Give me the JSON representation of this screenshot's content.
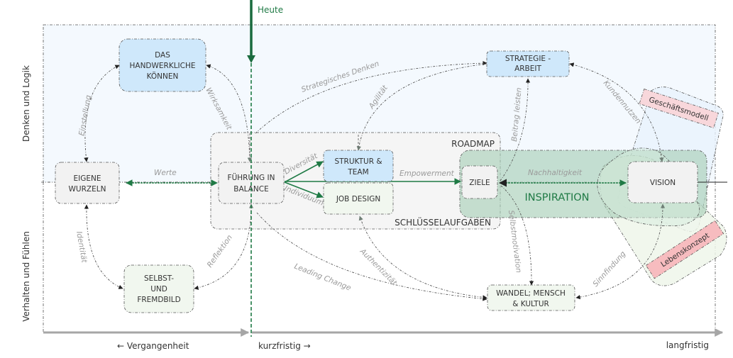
{
  "diagram": {
    "today_marker": "Heute",
    "y_axis": {
      "upper_label": "Denken und Logik",
      "lower_label": "Verhalten und Fühlen"
    },
    "x_axis": {
      "past_label": "← Vergangenheit",
      "short_term_label": "kurzfristig →",
      "long_term_label": "langfristig"
    },
    "groups": {
      "roadmap_label": "ROADMAP",
      "key_tasks_label": "SCHLÜSSELAUFGABEN",
      "inspiration_label": "INSPIRATION",
      "business_model_label": "Geschäftsmodell",
      "life_concept_label": "Lebenskonzept"
    },
    "nodes": {
      "handwerk": [
        "DAS",
        "HANDWERKLICHE",
        "KÖNNEN"
      ],
      "strategie": [
        "STRATEGIE -",
        "ARBEIT"
      ],
      "wurzeln": [
        "EIGENE",
        "WURZELN"
      ],
      "fuehrung": [
        "FÜHRUNG IN",
        "BALANCE"
      ],
      "struktur": [
        "STRUKTUR &",
        "TEAM"
      ],
      "jobdesign": [
        "JOB DESIGN"
      ],
      "ziele": [
        "ZIELE"
      ],
      "vision": [
        "VISION"
      ],
      "selbstbild": [
        "SELBST-",
        "UND",
        "FREMDBILD"
      ],
      "wandel": [
        "WANDEL; MENSCH",
        "& KULTUR"
      ]
    },
    "edge_labels": {
      "einstellung": "Einstellung",
      "wirksamkeit": "Wirksamkeit",
      "strategisches_denken": "Strategisches Denken",
      "agilitaet": "Agilität",
      "beitrag": "Beitrag leisten",
      "kundennutzen": "Kundennutzen",
      "werte": "Werte",
      "diversitaet": "Diversität",
      "individuum": "Individuum",
      "empowerment": "Empowerment",
      "nachhaltigkeit": "Nachhaltigkeit",
      "identitaet": "Identität",
      "reflektion": "Reflektion",
      "leading_change": "Leading Change",
      "authentizitaet": "Authentizität",
      "selbstmotivation": "Selbstmotivation",
      "sinnfindung": "Sinnfindung"
    },
    "colors": {
      "accent_green": "#1f7a45",
      "node_blue": "#cfe8fb",
      "node_grey": "#f2f2f2",
      "node_green": "#f1f7ef",
      "inspiration_fill": "#a9cfb8",
      "tag_pink": "#f8d7db",
      "tag_red": "#f7bcbf",
      "axis_grey": "#a6a6a6"
    }
  }
}
